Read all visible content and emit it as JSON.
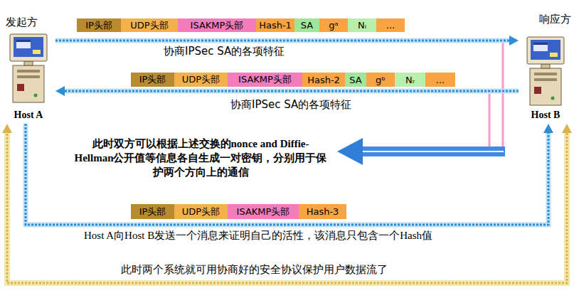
{
  "diagram": {
    "nodes": [
      {
        "text": [
          "发起方",
          "Host A"
        ]
      },
      {
        "text": [
          "响应方",
          "Host B"
        ]
      },
      {
        "text": [
          "IP头部"
        ]
      },
      {
        "text": [
          "UDP头部"
        ]
      },
      {
        "text": [
          "ISAKMP头部"
        ]
      },
      {
        "text": [
          "Hash-1"
        ]
      },
      {
        "text": [
          "SA"
        ]
      },
      {
        "text": [
          "gᵃ"
        ]
      },
      {
        "text": [
          "Nᵢ"
        ]
      },
      {
        "text": [
          "..."
        ]
      },
      {
        "text": [
          "IP头部"
        ]
      },
      {
        "text": [
          "UDP头部"
        ]
      },
      {
        "text": [
          "ISAKMP头部"
        ]
      },
      {
        "text": [
          "Hash-2"
        ]
      },
      {
        "text": [
          "SA"
        ]
      },
      {
        "text": [
          "gᵇ"
        ]
      },
      {
        "text": [
          "Nᵣ"
        ]
      },
      {
        "text": [
          "..."
        ]
      },
      {
        "text": [
          "IP头部"
        ]
      },
      {
        "text": [
          "UDP头部"
        ]
      },
      {
        "text": [
          "ISAKMP头部"
        ]
      },
      {
        "text": [
          "Hash-3"
        ]
      }
    ],
    "edges": [
      {
        "from": 0,
        "to": 1,
        "arrow": "to",
        "label": "协商IPSec SA的各项特征"
      },
      {
        "from": 1,
        "to": 0,
        "arrow": "to",
        "label": "协商IPSec SA的各项特征"
      },
      {
        "from": 0,
        "to": 1,
        "arrow": "to",
        "label": "Host A向Host B发送一个消息来证明自己的活性，该消息只包含一个Hash值"
      },
      {
        "from": 0,
        "to": 1,
        "arrow": "both",
        "label": "此时两个系统就可用协商好的安全协议保护用户数据流了"
      }
    ],
    "labels": [
      "此时双方可以根据上述交换的nonce and Diffie-Hellman公开值等信息各自生成一对密钥，分别用于保护两个方向上的通信"
    ]
  }
}
